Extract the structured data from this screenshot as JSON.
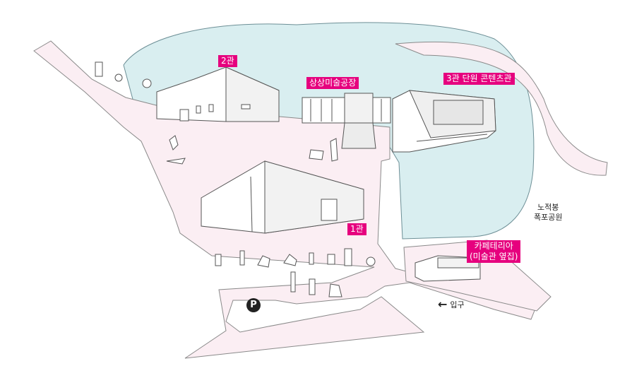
{
  "colors": {
    "water": "#d9eef0",
    "water_edge": "#6d8f96",
    "path": "#fbeef3",
    "path_edge": "#8a8a8a",
    "label_bg": "#e6007e",
    "label_text": "#ffffff"
  },
  "labels": {
    "hall2": "2관",
    "factory": "상상미술공장",
    "hall3": "3관 단원 콘텐츠관",
    "hall1": "1관",
    "cafe_line1": "카페테리아",
    "cafe_line2": "(미술관 옆집)",
    "park_line1": "노적봉",
    "park_line2": "폭포공원",
    "entrance": "입구",
    "parking": "P"
  },
  "icons": {
    "parking": "parking-icon",
    "entrance_arrow": "arrow-left-icon"
  }
}
